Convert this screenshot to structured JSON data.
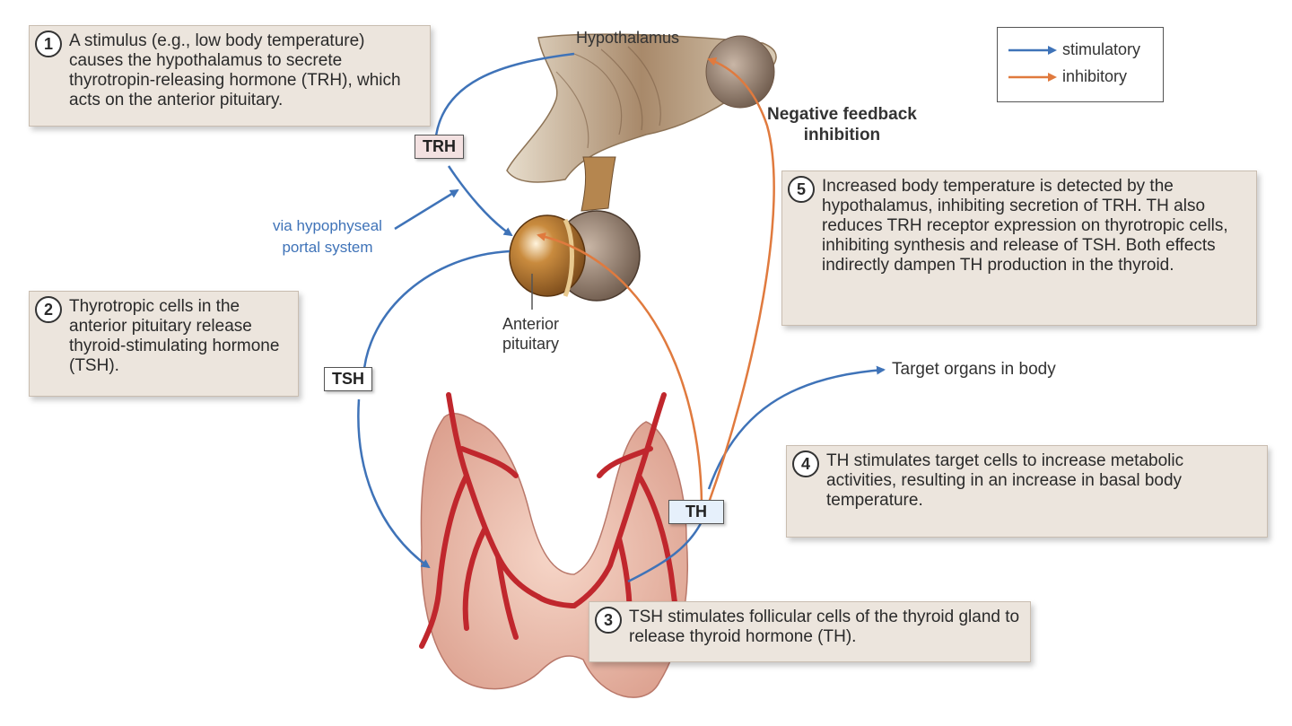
{
  "steps": [
    {
      "num": "1",
      "text": "A stimulus (e.g., low body temperature) causes the hypothalamus to secrete thyrotropin-releasing hormone (TRH), which acts on the anterior pituitary."
    },
    {
      "num": "2",
      "text": "Thyrotropic cells in the anterior pituitary release thyroid-stimulating hormone (TSH)."
    },
    {
      "num": "3",
      "text": "TSH stimulates follicular cells of the thyroid gland to release thyroid hormone (TH)."
    },
    {
      "num": "4",
      "text": "TH stimulates target cells to increase metabolic activities, resulting in an increase in basal body temperature."
    },
    {
      "num": "5",
      "text": "Increased body temperature is detected by the hypothalamus, inhibiting secretion of TRH. TH also reduces TRH receptor expression on thyrotropic cells, inhibiting synthesis and release of TSH. Both effects indirectly dampen TH production in the thyroid."
    }
  ],
  "labels": {
    "hypothalamus": "Hypothalamus",
    "anterior_pituitary_line1": "Anterior",
    "anterior_pituitary_line2": "pituitary",
    "portal_line1": "via hypophyseal",
    "portal_line2": "portal system",
    "negative_feedback_line1": "Negative feedback",
    "negative_feedback_line2": "inhibition",
    "target_organs": "Target organs in body"
  },
  "hormones": {
    "trh": "TRH",
    "tsh": "TSH",
    "th": "TH"
  },
  "legend": {
    "stimulatory": "stimulatory",
    "inhibitory": "inhibitory"
  },
  "colors": {
    "stimulatory": "#3f73b8",
    "inhibitory": "#e07a3e",
    "box_bg": "#ece5dd",
    "thyroid": "#e8b2a4",
    "vessel": "#c0272d",
    "brain": "#a08060",
    "pituitary": "#8a5a2a"
  }
}
